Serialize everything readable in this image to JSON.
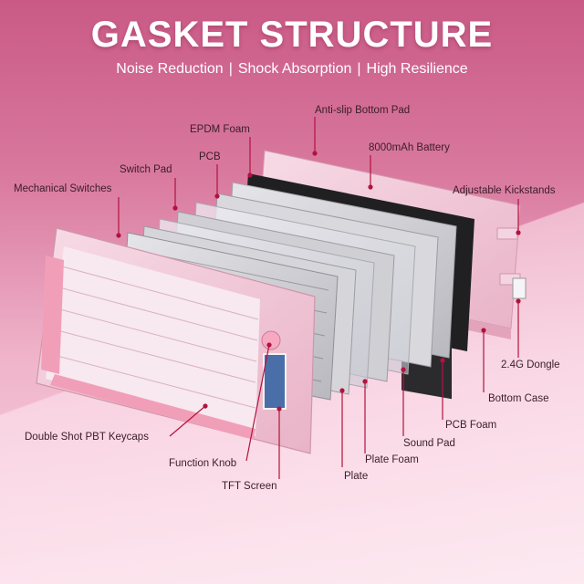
{
  "title": "GASKET STRUCTURE",
  "subtitle": {
    "part1": "Noise Reduction",
    "sep": "|",
    "part2": "Shock Absorption",
    "part3": "High Resilience"
  },
  "labels": {
    "anti_slip": "Anti-slip Bottom Pad",
    "epdm": "EPDM Foam",
    "battery": "8000mAh Battery",
    "pcb": "PCB",
    "switch_pad": "Switch Pad",
    "kickstands": "Adjustable Kickstands",
    "switches": "Mechanical Switches",
    "dongle": "2.4G Dongle",
    "bottom_case": "Bottom Case",
    "pcb_foam": "PCB Foam",
    "sound_pad": "Sound Pad",
    "plate_foam": "Plate Foam",
    "plate": "Plate",
    "keycaps": "Double Shot PBT Keycaps",
    "knob": "Function Knob",
    "tft": "TFT Screen"
  },
  "colors": {
    "leader": "#b3123f",
    "case_pink": "#f2c6d6",
    "dark_pad": "#1e1e1e",
    "plate_gray": "#c9c9cc"
  }
}
